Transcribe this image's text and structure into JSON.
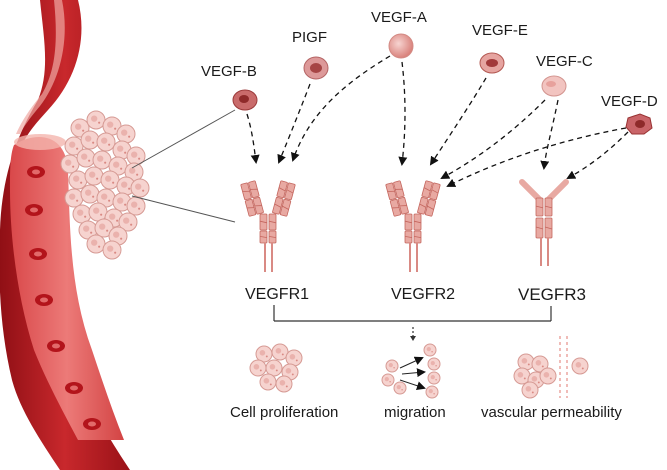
{
  "ligands": {
    "vegf_b": "VEGF-B",
    "pigf": "PIGF",
    "vegf_a": "VEGF-A",
    "vegf_e": "VEGF-E",
    "vegf_c": "VEGF-C",
    "vegf_d": "VEGF-D"
  },
  "receptors": {
    "r1": "VEGFR1",
    "r2": "VEGFR2",
    "r3": "VEGFR3"
  },
  "outcomes": {
    "proliferation": "Cell proliferation",
    "migration": "migration",
    "permeability": "vascular permeability"
  },
  "colors": {
    "vessel_dark": "#a3161c",
    "vessel_mid": "#cf3a3a",
    "vessel_light": "#e87070",
    "receptor": "#e8a9a2",
    "receptor_stroke": "#c4665e",
    "cell_fill": "#f6d3cf",
    "cell_stroke": "#d69a94",
    "rbc": "#b3141b"
  }
}
